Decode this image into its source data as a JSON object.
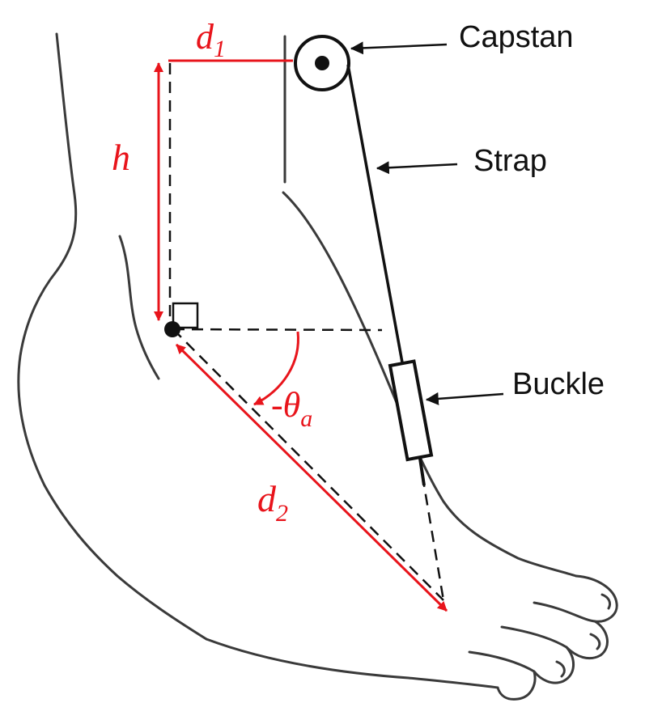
{
  "labels": {
    "capstan": "Capstan",
    "strap": "Strap",
    "buckle": "Buckle"
  },
  "variables": {
    "d1": {
      "base": "d",
      "sub": "1"
    },
    "h": {
      "base": "h"
    },
    "d2": {
      "base": "d",
      "sub": "2"
    },
    "theta": {
      "prefix": "-",
      "base": "θ",
      "sub": "a"
    }
  },
  "colors": {
    "dimension": "#e8141b",
    "outline": "#3a3a3a",
    "ink": "#111111"
  }
}
